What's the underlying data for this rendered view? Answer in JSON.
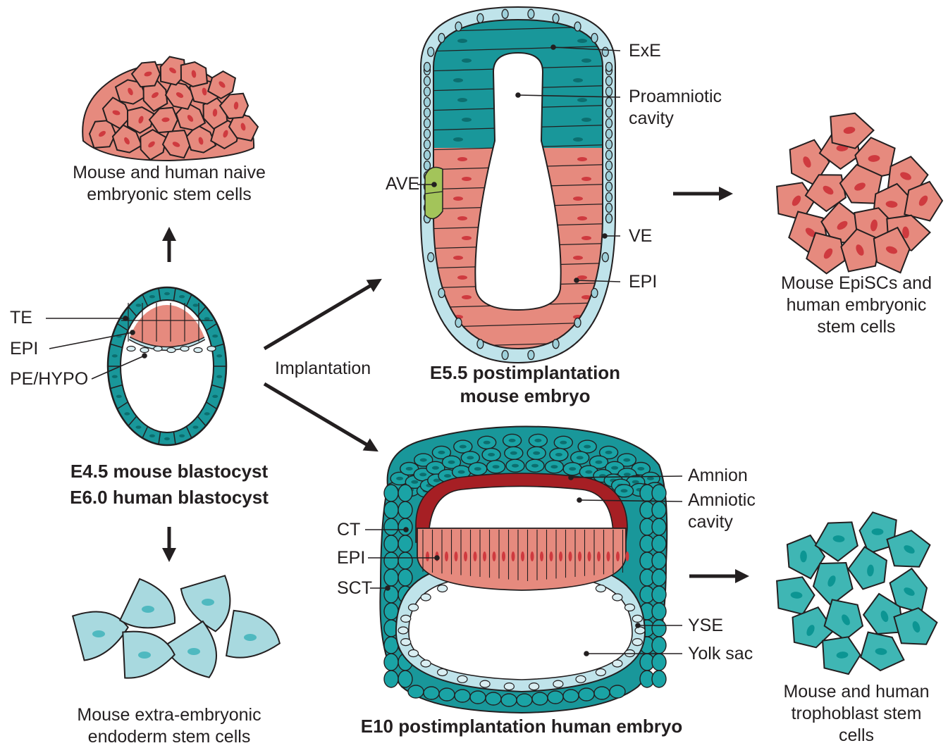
{
  "colors": {
    "epiblast": "#e68a7e",
    "epiblast_nucleus": "#cf3a3f",
    "trophectoderm": "#19979a",
    "trophectoderm_nucleus": "#0c6e6f",
    "visceral_endoderm": "#bfe3ea",
    "extraembryonic_endoderm": "#a8d9df",
    "trophoblast_stem": "#3fb6b4",
    "amnion": "#a61f24",
    "ave": "#a3c45a",
    "outline": "#231f20"
  },
  "blastocyst": {
    "labels": {
      "te": "TE",
      "epi": "EPI",
      "pe": "PE/HYPO"
    },
    "title_line1": "E4.5 mouse blastocyst",
    "title_line2": "E6.0 human blastocyst"
  },
  "naive_esc": {
    "caption_line1": "Mouse and human naive",
    "caption_line2": "embryonic stem cells"
  },
  "xen": {
    "caption_line1": "Mouse extra-embryonic",
    "caption_line2": "endoderm stem cells"
  },
  "implantation_label": "Implantation",
  "mouse_embryo": {
    "labels": {
      "exe": "ExE",
      "proamniotic_line1": "Proamniotic",
      "proamniotic_line2": "cavity",
      "ave": "AVE",
      "ve": "VE",
      "epi": "EPI"
    },
    "title_line1": "E5.5 postimplantation",
    "title_line2": "mouse embryo"
  },
  "episc": {
    "caption_line1": "Mouse EpiSCs and",
    "caption_line2": "human embryonic",
    "caption_line3": "stem cells"
  },
  "human_embryo": {
    "labels": {
      "amnion": "Amnion",
      "amniotic_line1": "Amniotic",
      "amniotic_line2": "cavity",
      "ct": "CT",
      "epi": "EPI",
      "sct": "SCT",
      "yse": "YSE",
      "yolk_sac": "Yolk sac"
    },
    "title": "E10 postimplantation human embryo"
  },
  "tsc": {
    "caption_line1": "Mouse and human",
    "caption_line2": "trophoblast stem",
    "caption_line3": "cells"
  }
}
